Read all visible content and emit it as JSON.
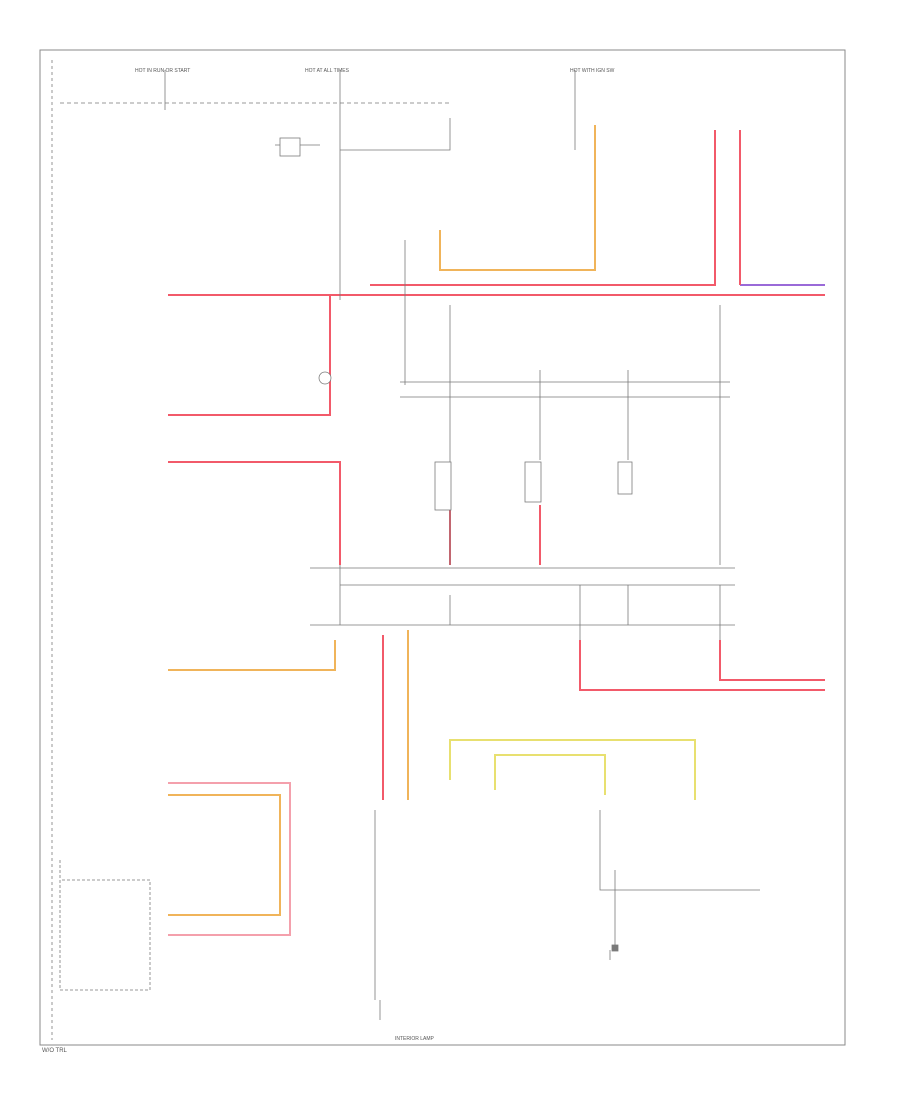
{
  "colors": {
    "red": "#f25a6a",
    "pink": "#f4a0ac",
    "orange": "#f0b45a",
    "yellow": "#e8e070",
    "violet": "#9a6ad8",
    "wire": "#7a7a7a",
    "frame": "#8a8a8a"
  },
  "labels": {
    "top_left_fuse": "HOT IN RUN OR START",
    "top_center_fuse": "HOT AT ALL TIMES",
    "top_right_fuse": "HOT WITH IGN SW",
    "interior_lamp": "INTERIOR LAMP",
    "footer": "W/O TRL"
  }
}
